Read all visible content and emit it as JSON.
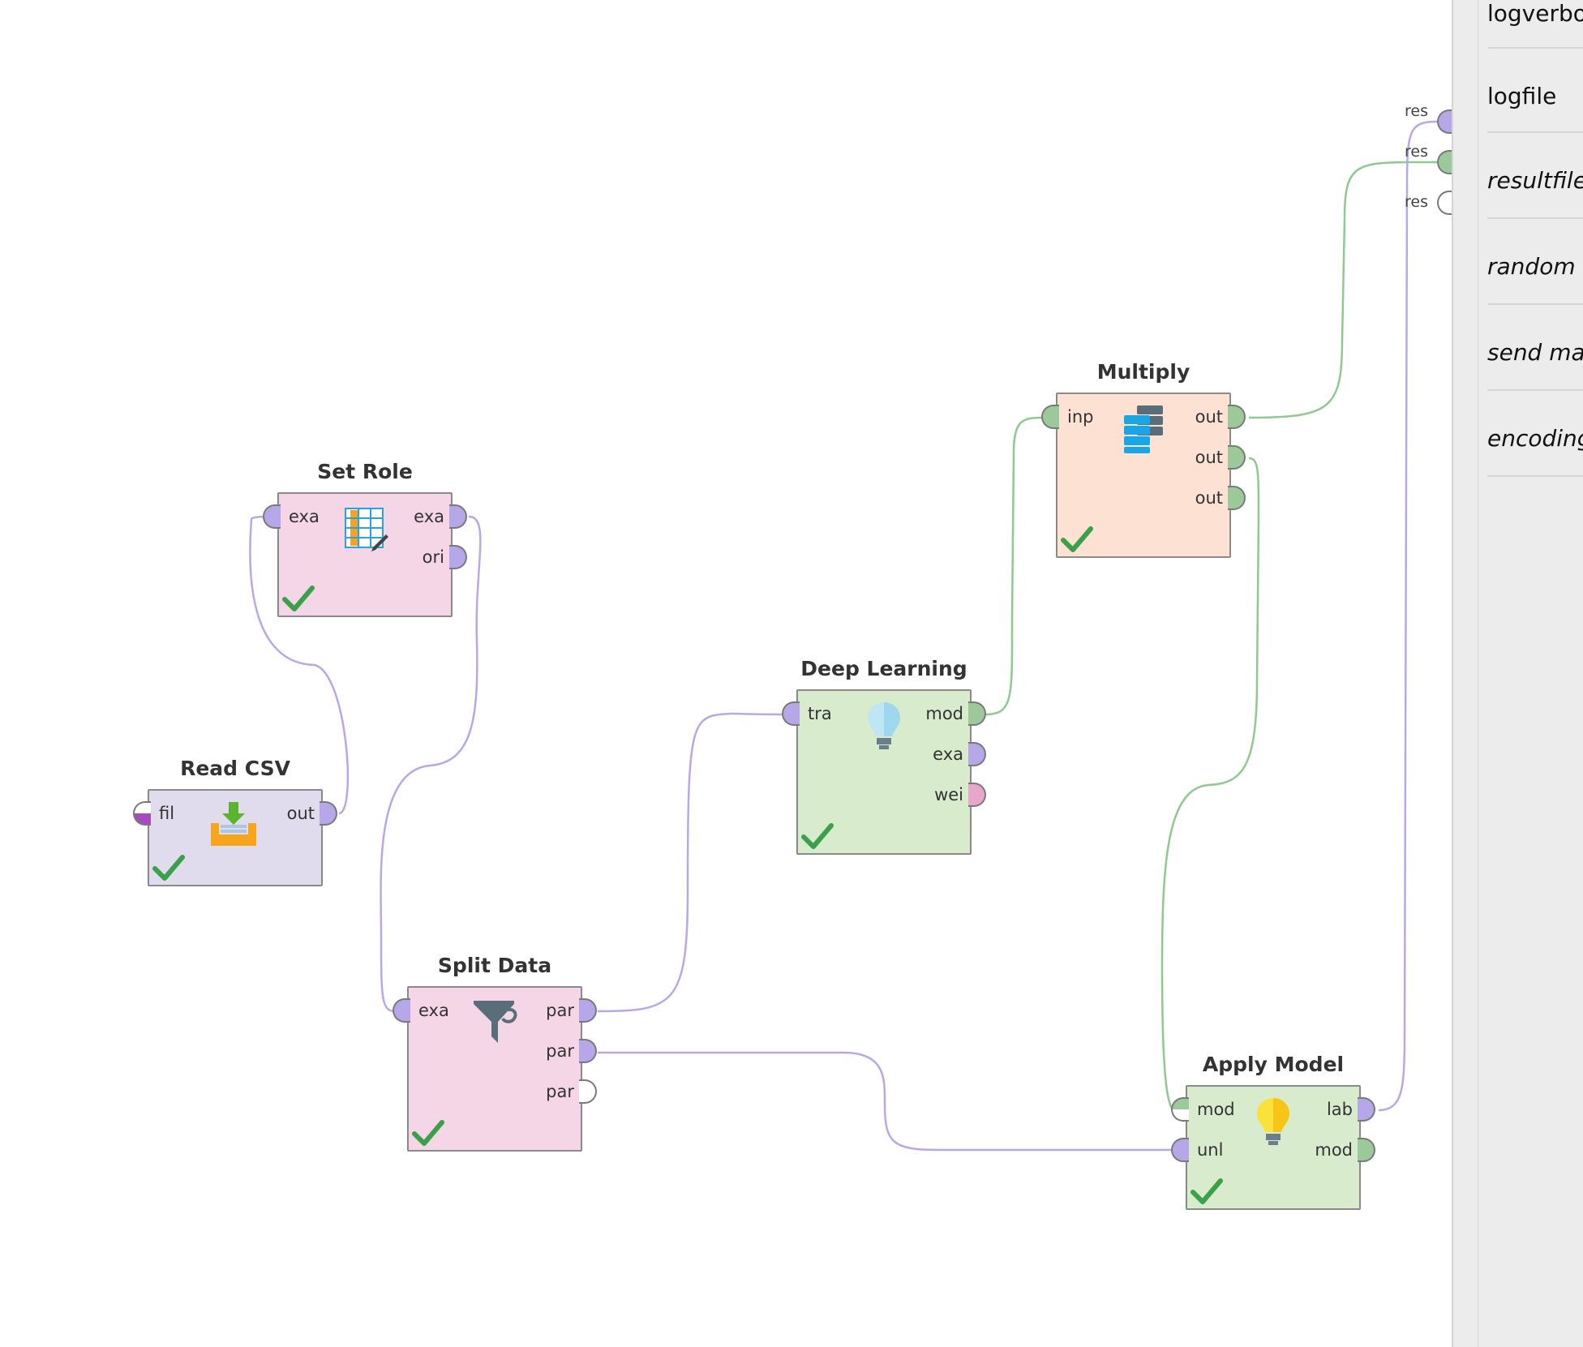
{
  "colors": {
    "wire_example": "#b8a8e6",
    "wire_model": "#8fc98f",
    "port_example": "#b5a7e8",
    "port_model": "#9cc999",
    "port_weights": "#e8a6cb",
    "check": "#3aa04a"
  },
  "operators": {
    "set_role": {
      "title": "Set Role",
      "icon": "table-edit-icon",
      "fill": "#f5d6e6",
      "in_ports": [
        "exa"
      ],
      "out_ports": [
        "exa",
        "ori"
      ]
    },
    "read_csv": {
      "title": "Read CSV",
      "icon": "download-tray-icon",
      "fill": "#e0dcee",
      "in_ports": [
        "fil"
      ],
      "out_ports": [
        "out"
      ]
    },
    "split_data": {
      "title": "Split Data",
      "icon": "funnel-icon",
      "fill": "#f5d6e6",
      "in_ports": [
        "exa"
      ],
      "out_ports": [
        "par",
        "par",
        "par"
      ]
    },
    "deep_learning": {
      "title": "Deep Learning",
      "icon": "lightbulb-blue-icon",
      "fill": "#d8ebcc",
      "in_ports": [
        "tra"
      ],
      "out_ports": [
        "mod",
        "exa",
        "wei"
      ]
    },
    "multiply": {
      "title": "Multiply",
      "icon": "stack-copy-icon",
      "fill": "#fde1d3",
      "in_ports": [
        "inp"
      ],
      "out_ports": [
        "out",
        "out",
        "out"
      ]
    },
    "apply_model": {
      "title": "Apply Model",
      "icon": "lightbulb-yellow-icon",
      "fill": "#d8ebcc",
      "in_ports": [
        "mod",
        "unl"
      ],
      "out_ports": [
        "lab",
        "mod"
      ]
    }
  },
  "result_ports": [
    "res",
    "res",
    "res"
  ],
  "parameters": [
    {
      "label": "logverbo",
      "italic": false
    },
    {
      "label": "logfile",
      "italic": false
    },
    {
      "label": "resultfile",
      "italic": true
    },
    {
      "label": "random",
      "italic": true
    },
    {
      "label": "send ma",
      "italic": true
    },
    {
      "label": "encoding",
      "italic": true
    }
  ]
}
